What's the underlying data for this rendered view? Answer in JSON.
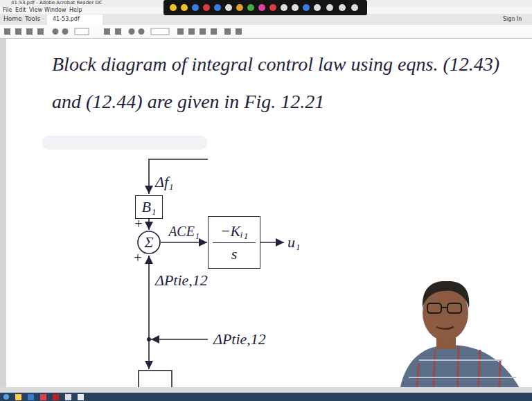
{
  "diagram": {
    "title": "Block diagram of integral control law using eqns. (12.43) and (12.44) are given in Fig. 12.21",
    "nodes": [
      {
        "text": [
          "B₁"
        ]
      },
      {
        "text": [
          "Σ"
        ]
      },
      {
        "text": [
          "−Kᵢ₁",
          "s"
        ]
      }
    ],
    "edges": [
      {
        "from": 0,
        "to": 1,
        "arrow": "to"
      },
      {
        "from": 1,
        "to": 2,
        "label": "ACE₁",
        "arrow": "to"
      }
    ],
    "labels": [
      "41-53.pdf - Adobe Acrobat Reader DC",
      "File",
      "Edit",
      "View",
      "Window",
      "Help",
      "Home",
      "Tools",
      "41-53.pdf",
      "Sign In",
      "Δf₁",
      "+",
      "+",
      "u₁",
      "ΔPtie,12",
      "ΔPtie,12"
    ]
  }
}
